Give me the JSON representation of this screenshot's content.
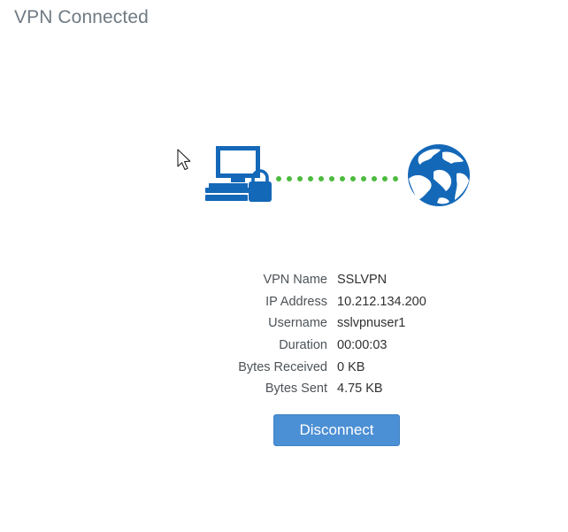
{
  "header": {
    "title": "VPN Connected"
  },
  "status": {
    "connection_dots_color": "#4cbb3e",
    "icon_color": "#1468b8",
    "icons": [
      "computer-icon",
      "lock-icon",
      "globe-icon"
    ]
  },
  "details": [
    {
      "label": "VPN Name",
      "value": "SSLVPN"
    },
    {
      "label": "IP Address",
      "value": "10.212.134.200"
    },
    {
      "label": "Username",
      "value": "sslvpnuser1"
    },
    {
      "label": "Duration",
      "value": "00:00:03"
    },
    {
      "label": "Bytes Received",
      "value": "0 KB"
    },
    {
      "label": "Bytes Sent",
      "value": "4.75 KB"
    }
  ],
  "actions": {
    "disconnect_label": "Disconnect",
    "button_color": "#4b8fd4"
  }
}
